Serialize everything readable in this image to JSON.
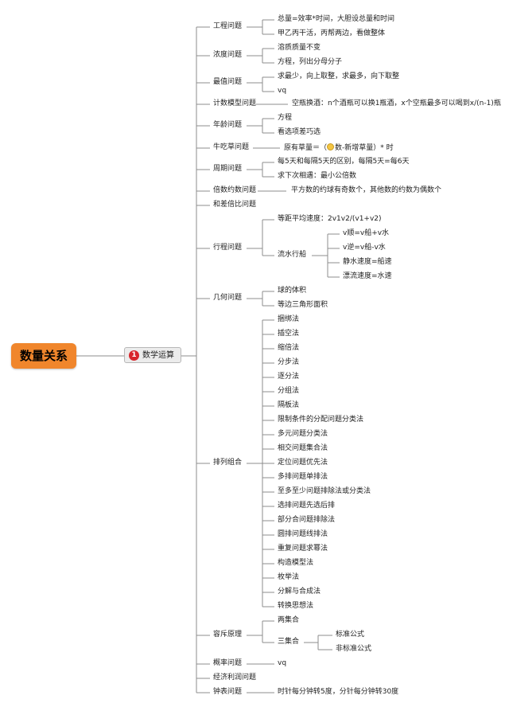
{
  "root": {
    "label": "数量关系"
  },
  "main": {
    "badge": "1",
    "label": "数学运算"
  },
  "branches": {
    "gongcheng": {
      "label": "工程问题",
      "leaves": [
        "总量=效率*时间，大胆设总量和时间",
        "甲乙丙干活，丙帮两边，看做整体"
      ]
    },
    "nongdu": {
      "label": "浓度问题",
      "leaves": [
        "溶质质量不变",
        "方程，列出分母分子"
      ]
    },
    "zuizhi": {
      "label": "最值问题",
      "leaves": [
        "求最少，向上取整，求最多，向下取整",
        "vq"
      ]
    },
    "jishu": {
      "label": "计数模型问题",
      "leaves": [
        "空瓶换酒：n个酒瓶可以换1瓶酒，x个空瓶最多可以喝到x/(n-1)瓶"
      ]
    },
    "nianling": {
      "label": "年龄问题",
      "leaves": [
        "方程",
        "看选项差巧选"
      ]
    },
    "niuchicao": {
      "label": "牛吃草问题",
      "leaf_pre": "原有草量＝（",
      "leaf_post": "数-新增草量）* 时"
    },
    "zhouqi": {
      "label": "周期问题",
      "leaves": [
        "每5天和每隔5天的区别，每隔5天=每6天",
        "求下次相遇：最小公倍数"
      ]
    },
    "beishu": {
      "label": "倍数约数问题",
      "leaves": [
        "平方数的约球有奇数个，其他数的约数为偶数个"
      ]
    },
    "hecha": {
      "label": "和差倍比问题"
    },
    "xingcheng": {
      "label": "行程问题",
      "leaves": [
        "等距平均速度：2v1v2/(v1+v2)"
      ],
      "liushui": {
        "label": "流水行船",
        "leaves": [
          "v顺=v船+v水",
          "v逆=v船-v水",
          "静水速度=船速",
          "漂流速度=水速"
        ]
      }
    },
    "jihe": {
      "label": "几何问题",
      "leaves": [
        "球的体积",
        "等边三角形面积"
      ]
    },
    "pailie": {
      "label": "排列组合",
      "leaves": [
        "捆绑法",
        "插空法",
        "缩倍法",
        "分步法",
        "逐分法",
        "分组法",
        "隔板法",
        "限制条件的分配问题分类法",
        "多元问题分类法",
        "相交问题集合法",
        "定位问题优先法",
        "多排问题单排法",
        "至多至少问题排除法或分类法",
        "选排问题先选后排",
        "部分合问题排除法",
        "圆排问题线排法",
        "重复问题求幂法",
        "构造模型法",
        "枚举法",
        "分解与合成法",
        "转换思想法"
      ]
    },
    "rongchi": {
      "label": "容斥原理",
      "leaves": [
        "两集合"
      ],
      "sanjihe": {
        "label": "三集合",
        "leaves": [
          "标准公式",
          "非标准公式"
        ]
      }
    },
    "gailv": {
      "label": "概率问题",
      "leaves": [
        "vq"
      ]
    },
    "jingji": {
      "label": "经济利润问题"
    },
    "zhongbiao": {
      "label": "钟表问题",
      "leaves": [
        "时针每分钟转5度，分针每分钟转30度"
      ]
    }
  },
  "colors": {
    "root_fill": "#f0862c",
    "badge_fill": "#d8262c",
    "line": "#8c8c8c"
  }
}
